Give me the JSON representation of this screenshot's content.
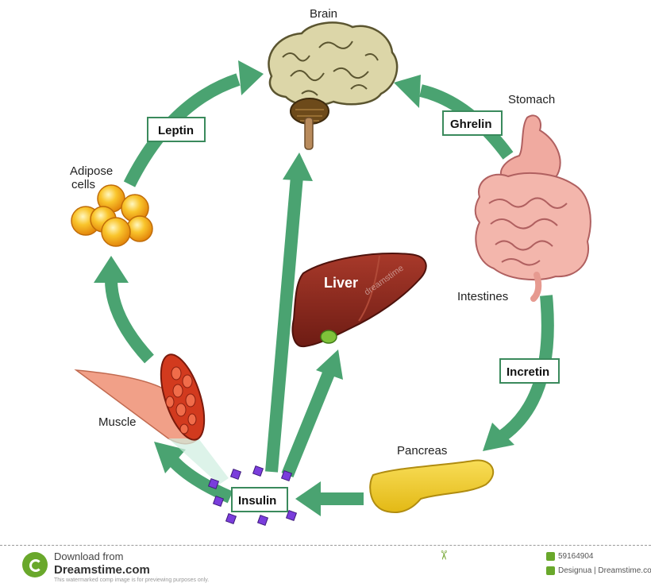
{
  "labels": {
    "brain": "Brain",
    "stomach": "Stomach",
    "adipose": "Adipose",
    "cells": "cells",
    "intestines": "Intestines",
    "muscle": "Muscle",
    "pancreas": "Pancreas",
    "liver": "Liver"
  },
  "hormones": {
    "leptin": "Leptin",
    "ghrelin": "Ghrelin",
    "incretin": "Incretin",
    "insulin": "Insulin"
  },
  "watermark": "dreamstime",
  "footer": {
    "download_from": "Download from",
    "brand": "Dreamstime.com",
    "note": "This watermarked comp image is for previewing purposes only.",
    "image_id": "59164904",
    "credit": "Designua | Dreamstime.com"
  },
  "colors": {
    "arrow": "#4aa371",
    "box_border": "#3a8a5c",
    "liver": "#8e2a1f",
    "pancreas": "#f2cf2e",
    "fat": "#f6b21c",
    "intestine": "#f0aaa0",
    "muscle": "#d23a1e",
    "brain": "#dcd6a8",
    "receptor": "#7a3ddc"
  }
}
